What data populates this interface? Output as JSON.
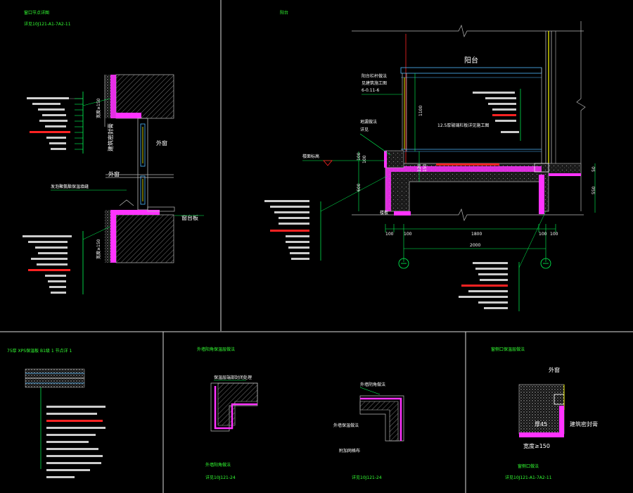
{
  "colors": {
    "background": "#000000",
    "frame": "#ffffff",
    "label_green": "#33ff33",
    "label_white": "#ffffff",
    "label_red": "#ff2222",
    "insulation_magenta": "#ff33ff",
    "dimension_green": "#00ff55",
    "glass_yellow": "#ffff00",
    "frame_cyan": "#4fb8ff"
  },
  "icons": {
    "break_symbol": "break-line-icon",
    "axis_bubble": "axis-circle-icon",
    "level_marker": "elevation-triangle-icon"
  },
  "panel1": {
    "title": "窗口节点详图",
    "ref": "详见10J121-A1-7A2-11",
    "label_exterior_window": "外窗",
    "label_sealant": "建筑密封膏",
    "label_inner_frame": "外窗",
    "label_foam": "发泡聚氨酯保温填缝",
    "label_sill_board": "窗台板",
    "dim_top": "宽度≥150",
    "dim_bottom": "宽度≥150"
  },
  "panel2": {
    "title": "阳台",
    "balcony_label": "阳台",
    "rail_note_1": "阳台栏杆做法",
    "rail_note_2": "见建筑施工图",
    "rail_note_3": "6-0.11-6",
    "drain_note_1": "地漏做法",
    "drain_note_2": "详见",
    "level_label": "楼面标高",
    "note_glass": "12.5厚玻璃栏板详见施工图",
    "dim_h1": "1100",
    "dim_h2": "100",
    "dim_h3": "600",
    "dim_h4": "100",
    "dim_h5": "120",
    "dim_h6": "150",
    "dim_h7": "550",
    "dim_h8": "50",
    "dim_b1": "100",
    "dim_b2": "100",
    "dim_b3": "1800",
    "dim_b4": "100",
    "dim_b5": "100",
    "dim_total": "2000",
    "label_slab": "楼板"
  },
  "panel3": {
    "title": "75厚 XPS保温板  B1级 1 节点详 1"
  },
  "panel4": {
    "title": "外墙阳角保温层做法",
    "caption": "外墙阳角做法",
    "ref": "详见10J121-24",
    "label_a": "保温层端部封闭处理"
  },
  "panel5": {
    "title": "外墙阴角做法",
    "ref": "详见10J121-24",
    "label_a": "外墙保温做法",
    "label_b": "附加网格布"
  },
  "panel6": {
    "title": "窗侧口保温层做法",
    "caption": "窗侧口做法",
    "ref": "详见10J121-A1-7A2-11",
    "label_window": "外窗",
    "label_sealant": "建筑密封膏",
    "label_dim": "宽度≥150",
    "label_thk": "厚45"
  }
}
